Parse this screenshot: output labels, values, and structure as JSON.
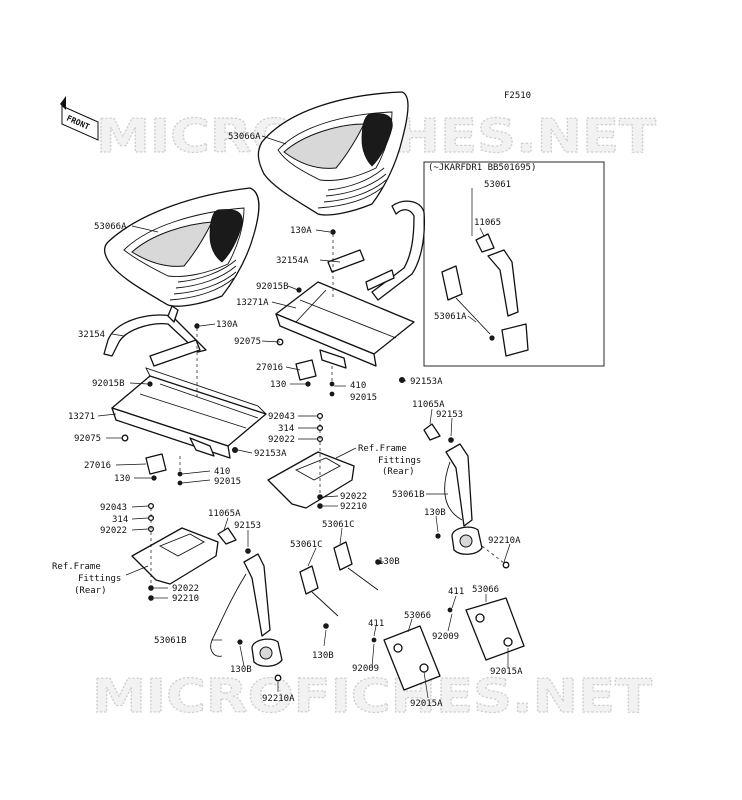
{
  "figure_code": "F2510",
  "front_badge": "FRONT",
  "watermark": "MICROFICHES.NET",
  "inset_caption": "(~JKARFDR1 BB501695)",
  "labels": {
    "l01": "53066A",
    "l02": "53066A",
    "l03": "130A",
    "l04": "32154A",
    "l05": "92015B",
    "l06": "13271A",
    "l07": "92075",
    "l08": "27016",
    "l09": "130",
    "l10": "410",
    "l11": "92015",
    "l12": "92153A",
    "l13": "32154",
    "l14": "130A",
    "l15": "92015B",
    "l16": "13271",
    "l17": "92075",
    "l18": "27016",
    "l19": "130",
    "l20": "410",
    "l21": "92015",
    "l22": "92153A",
    "l23": "92043",
    "l24": "314",
    "l25": "92022",
    "l26": "Ref.Frame",
    "l27": "Fittings",
    "l28": "(Rear)",
    "l29": "92022",
    "l30": "92210",
    "l31": "92043",
    "l32": "314",
    "l33": "92022",
    "l34": "Ref.Frame",
    "l35": "Fittings",
    "l36": "(Rear)",
    "l37": "92022",
    "l38": "92210",
    "l39": "11065A",
    "l40": "92153",
    "l41": "53061B",
    "l42": "130B",
    "l43": "92210A",
    "l44": "53061C",
    "l45": "53061C",
    "l46": "130B",
    "l47": "130B",
    "l48": "11065A",
    "l49": "92153",
    "l50": "53061B",
    "l51": "130B",
    "l52": "92210A",
    "l53": "411",
    "l54": "53066",
    "l55": "92009",
    "l56": "92015A",
    "l57": "411",
    "l58": "53066",
    "l59": "92009",
    "l60": "92015A",
    "l61": "53061",
    "l62": "11065",
    "l63": "53061A"
  }
}
